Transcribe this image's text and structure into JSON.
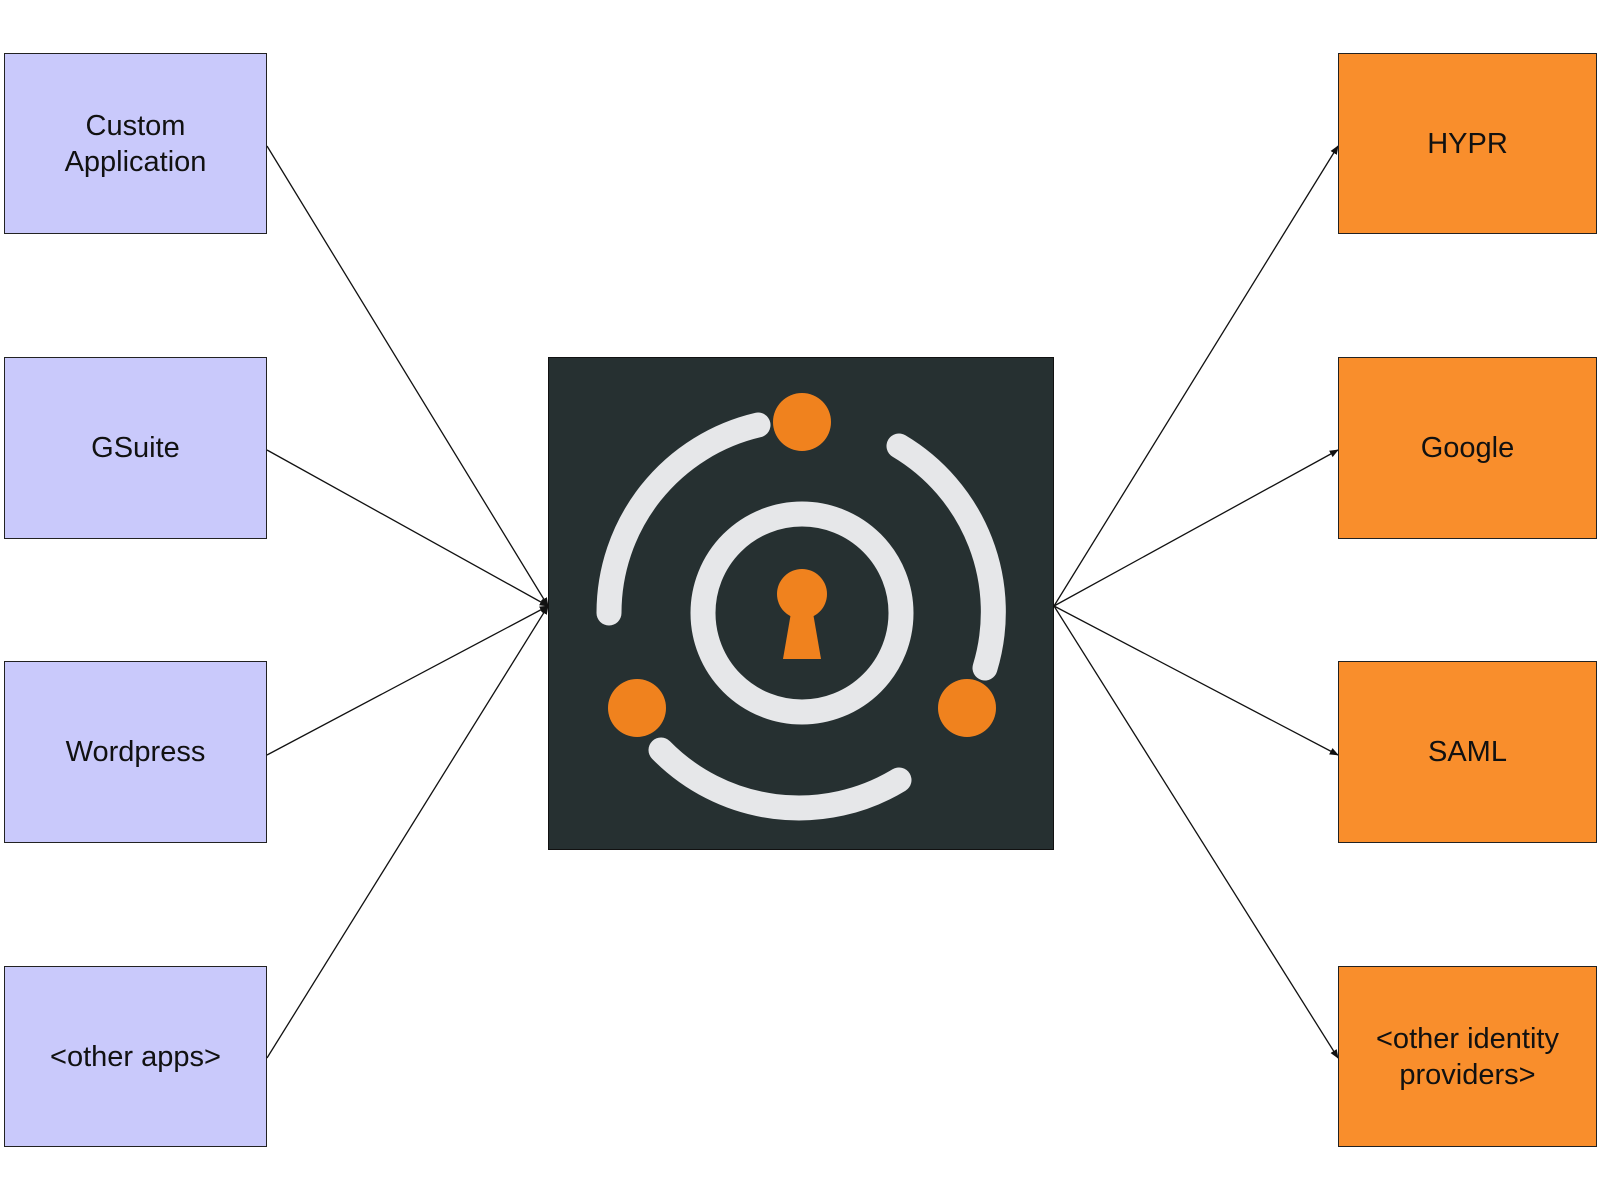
{
  "diagram": {
    "applications": [
      {
        "id": "app-custom",
        "label": "Custom\nApplication"
      },
      {
        "id": "app-gsuite",
        "label": "GSuite"
      },
      {
        "id": "app-wordpress",
        "label": "Wordpress"
      },
      {
        "id": "app-other",
        "label": "<other apps>"
      }
    ],
    "identity_providers": [
      {
        "id": "idp-hypr",
        "label": "HYPR"
      },
      {
        "id": "idp-google",
        "label": "Google"
      },
      {
        "id": "idp-saml",
        "label": "SAML"
      },
      {
        "id": "idp-other",
        "label": "<other identity\nproviders>"
      }
    ],
    "hub": {
      "icon": "keyhole-logo-icon"
    },
    "edges": [
      {
        "from": "app-custom",
        "to": "hub"
      },
      {
        "from": "app-gsuite",
        "to": "hub"
      },
      {
        "from": "app-wordpress",
        "to": "hub"
      },
      {
        "from": "app-other",
        "to": "hub"
      },
      {
        "from": "hub",
        "to": "idp-hypr"
      },
      {
        "from": "hub",
        "to": "idp-google"
      },
      {
        "from": "hub",
        "to": "idp-saml"
      },
      {
        "from": "hub",
        "to": "idp-other"
      }
    ],
    "colors": {
      "application_fill": "#c9c9fb",
      "identity_provider_fill": "#f98e2c",
      "hub_fill": "#263031",
      "logo_ring": "#e6e7e9",
      "logo_accent": "#f0821e",
      "edge_stroke": "#111111"
    }
  }
}
